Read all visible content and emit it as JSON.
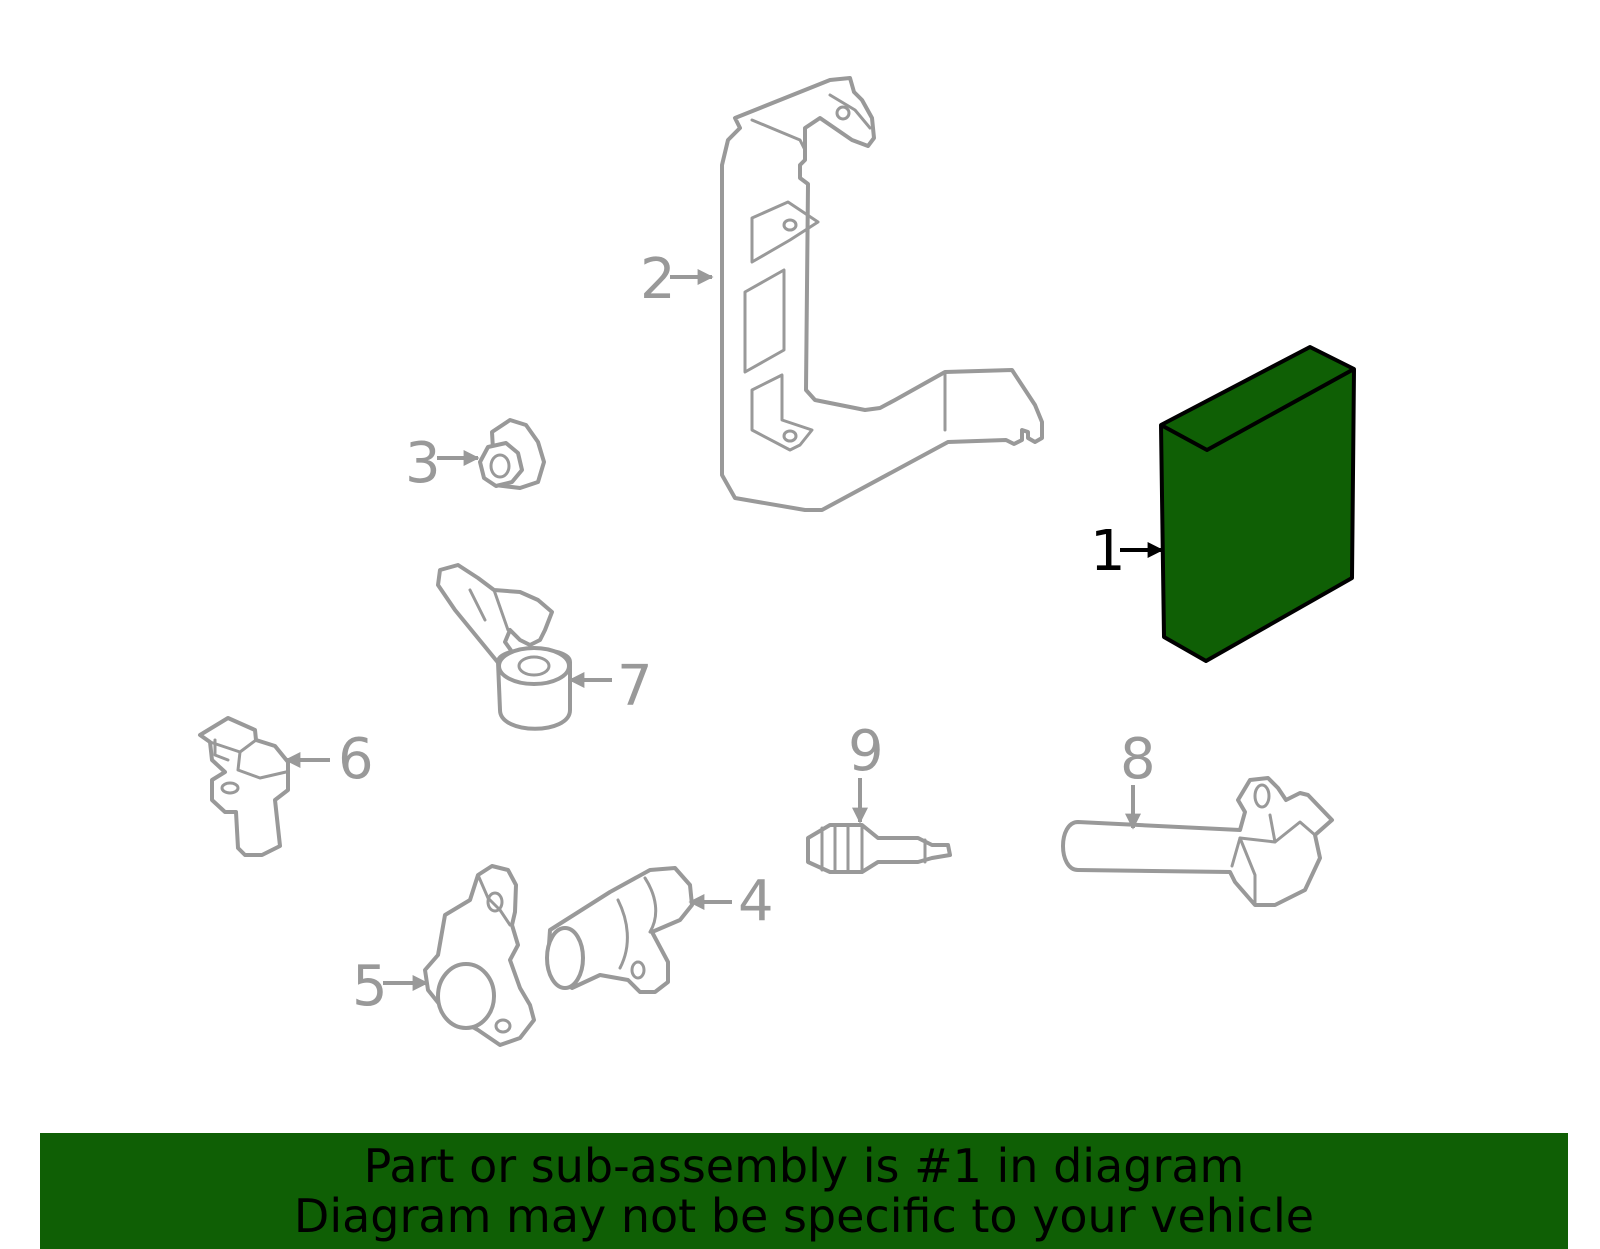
{
  "colors": {
    "highlight": "#0f5f05",
    "line": "#999999",
    "active_label": "#000000"
  },
  "callouts": {
    "c1": "1",
    "c2": "2",
    "c3": "3",
    "c4": "4",
    "c5": "5",
    "c6": "6",
    "c7": "7",
    "c8": "8",
    "c9": "9"
  },
  "highlighted_part": "1",
  "banner": {
    "line1": "Part or sub-assembly is #1 in diagram",
    "line2": "Diagram may not be specific to your vehicle"
  }
}
